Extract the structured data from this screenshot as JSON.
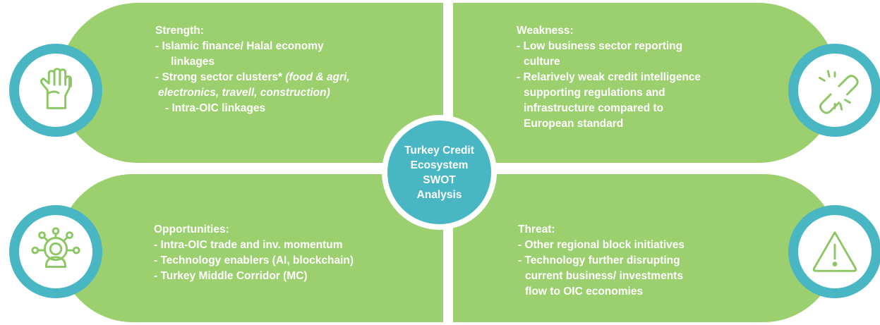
{
  "center": {
    "lines": [
      "Turkey Credit",
      "Ecosystem",
      "SWOT",
      "Analysis"
    ]
  },
  "strength": {
    "title": "Strength:",
    "line1": "-  Islamic finance/ Halal economy",
    "line2": "linkages",
    "line3a": "-  Strong sector clusters* ",
    "line3b": "(food & agri,",
    "line4": "electronics, travell, construction)",
    "line5": "- Intra-OIC linkages",
    "icon": "raised-fist-icon"
  },
  "weakness": {
    "title": "Weakness:",
    "line1": "-  Low business sector reporting",
    "line2": "culture",
    "line3": "-  Relarively weak credit intelligence",
    "line4": "supporting regulations and",
    "line5": "infrastructure compared to",
    "line6": "European standard",
    "icon": "broken-link-icon"
  },
  "opportunities": {
    "title": "Opportunities:",
    "line1": "-  Intra-OIC trade and inv. momentum",
    "line2": "-  Technology enablers (AI, blockchain)",
    "line3": "-  Turkey Middle Corridor (MC)",
    "icon": "network-person-icon"
  },
  "threat": {
    "title": "Threat:",
    "line1": "-  Other regional block initiatives",
    "line2": "-  Technology further disrupting",
    "line3": "current business/ investments",
    "line4": "flow to OIC economies",
    "icon": "warning-icon"
  },
  "colors": {
    "quadrant": "#9ccf6e",
    "accent": "#48b7c3",
    "text": "#ffffff",
    "icon": "#8cc763"
  }
}
